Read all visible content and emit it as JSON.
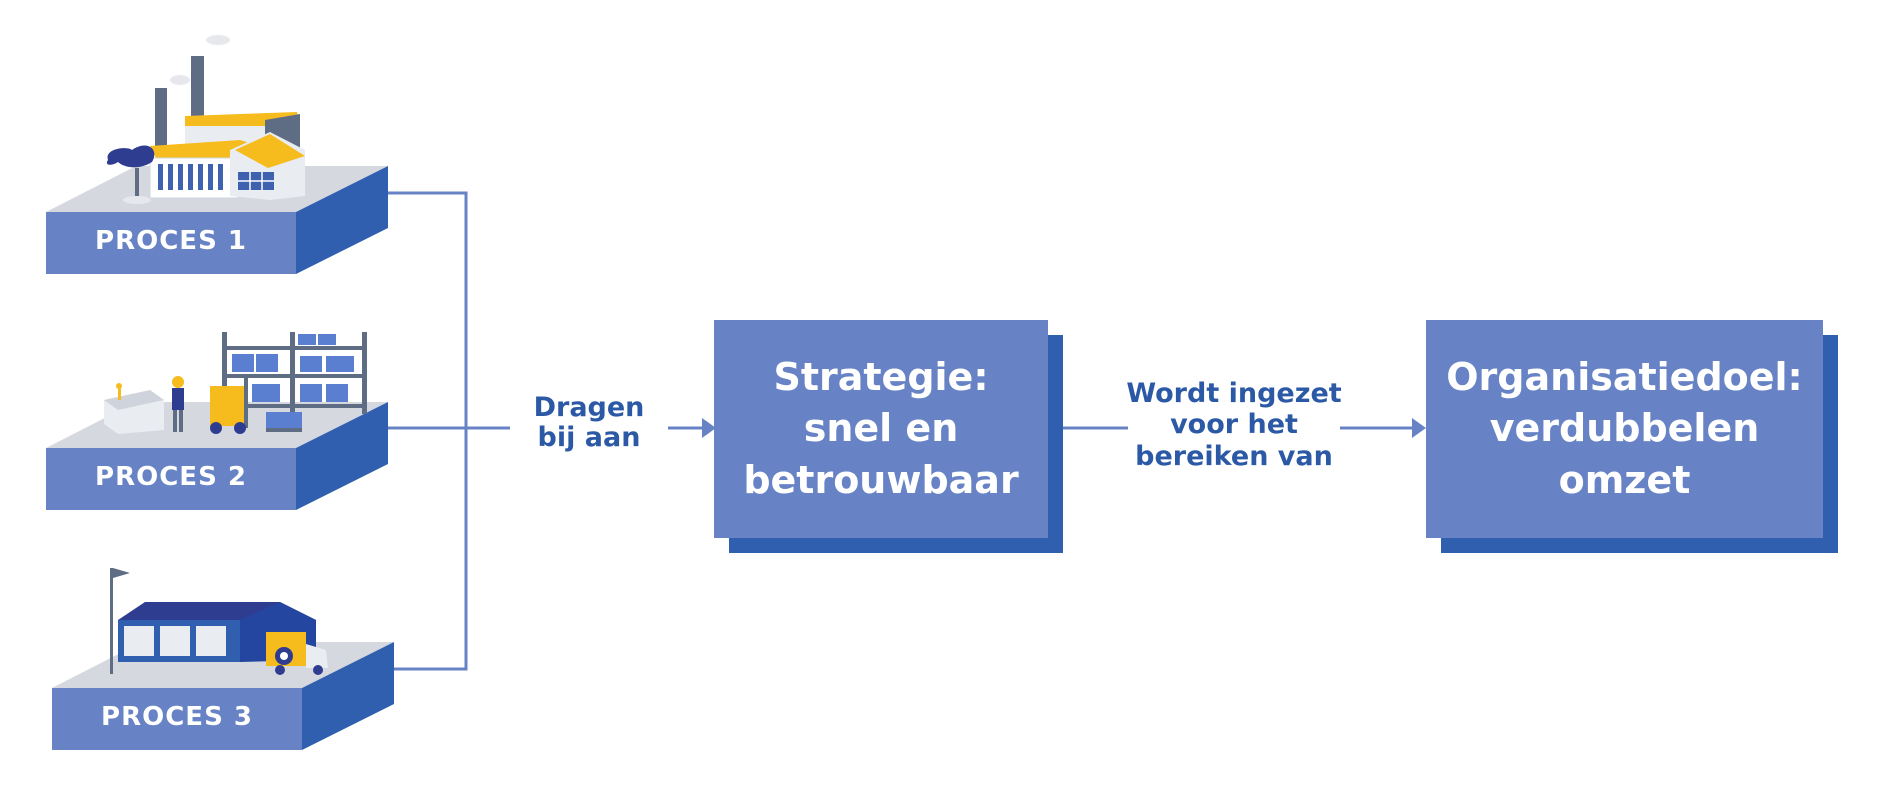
{
  "processes": [
    {
      "label": "PROCES 1"
    },
    {
      "label": "PROCES 2"
    },
    {
      "label": "PROCES 3"
    }
  ],
  "connector_labels": {
    "contributes": [
      "Dragen",
      "bij aan"
    ],
    "used_for": [
      "Wordt ingezet",
      "voor het",
      "bereiken van"
    ]
  },
  "strategy_box": {
    "lines": [
      "Strategie:",
      "snel en",
      "betrouwbaar"
    ]
  },
  "goal_box": {
    "lines": [
      "Organisatiedoel:",
      "verdubbelen",
      "omzet"
    ]
  },
  "colors": {
    "box_face": "#6783c5",
    "box_shadow": "#2f5fae",
    "block_right": "#2f5fae",
    "block_top": "#d5d8de",
    "connector": "#6783c5",
    "label_text": "#2c59a6",
    "accent_yellow": "#f6bb1c",
    "dark_blue": "#2e3d8f"
  }
}
